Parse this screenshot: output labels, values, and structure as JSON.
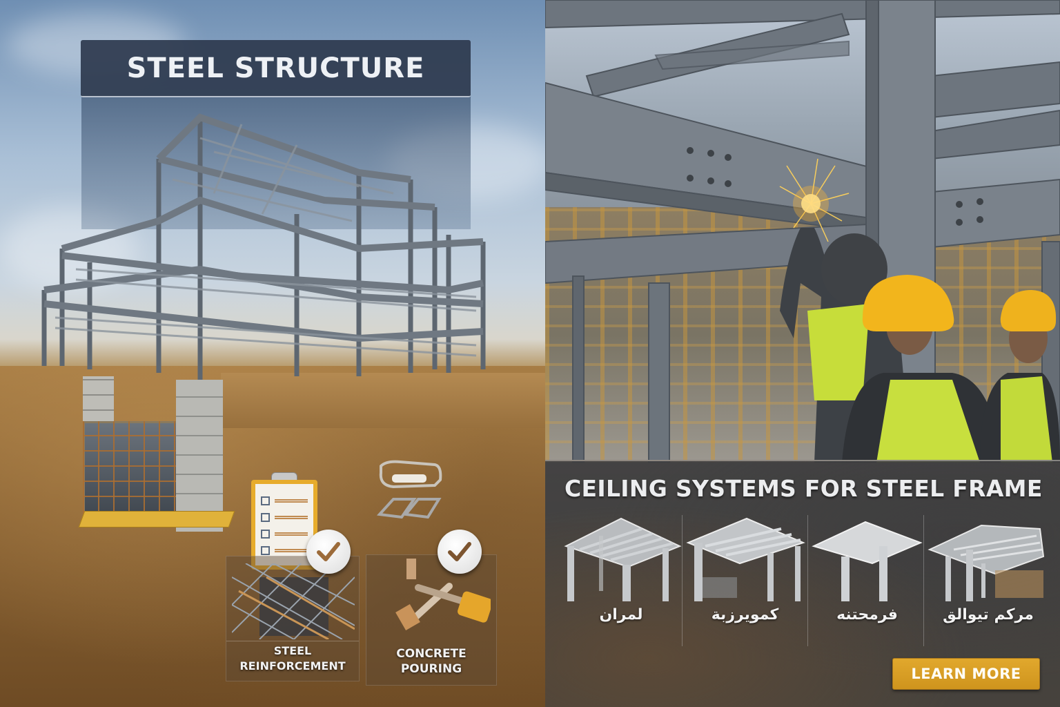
{
  "left_panel": {
    "title": "STEEL STRUCTURE",
    "cards": [
      {
        "label_line1": "STEEL",
        "label_line2": "REINFORCEMENT",
        "icon": "rebar-mesh-icon",
        "badge": "check-icon"
      },
      {
        "label_line1": "CONCRETE",
        "label_line2": "POURING",
        "icon": "concrete-tools-icon",
        "badge": "check-icon"
      }
    ],
    "decor_icons": [
      "clipboard-checklist-icon",
      "rebar-tie-hooks-icon"
    ]
  },
  "right_panel": {
    "photo_description": "Workers in hard hats welding steel beams",
    "ceiling_section": {
      "title": "CEILING SYSTEMS FOR STEEL FRAME",
      "systems": [
        {
          "label": "لمران"
        },
        {
          "label": "كمويرزبة"
        },
        {
          "label": "فرمحتنه"
        },
        {
          "label": "مركم تيوالق"
        }
      ],
      "cta_label": "LEARN MORE"
    }
  },
  "colors": {
    "title_bar_bg": "#2e3a4e",
    "accent_gold": "#d99f24",
    "panel_dark": "#3e3e40",
    "text_light": "#eef1f5",
    "hardhat_yellow": "#f2b51c",
    "vest_green": "#c9e03a"
  }
}
